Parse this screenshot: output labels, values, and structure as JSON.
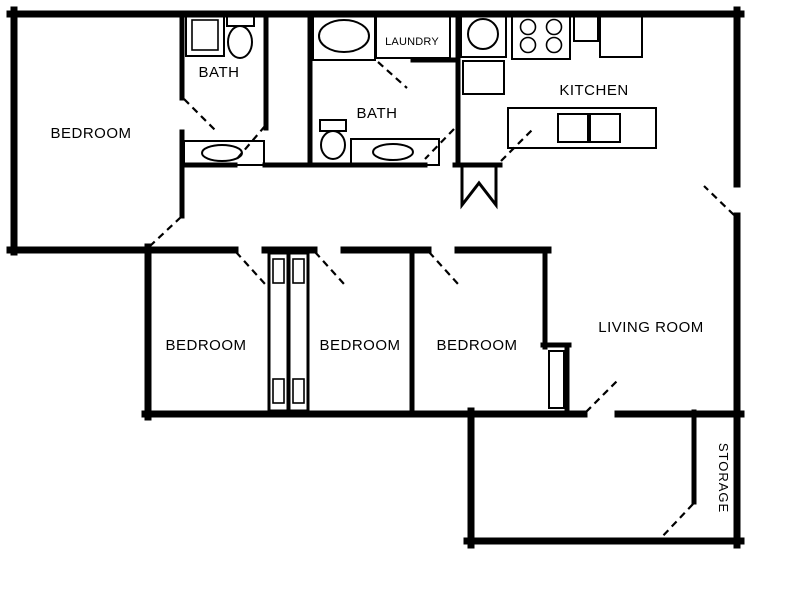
{
  "figure": {
    "kind": "apartment-floor-plan"
  },
  "colors": {
    "wall": "#000000",
    "background": "#ffffff"
  },
  "labels": {
    "master_bedroom": "BEDROOM",
    "bath_1": "BATH",
    "bath_2": "BATH",
    "laundry": "LAUNDRY",
    "kitchen": "KITCHEN",
    "bedroom_2": "BEDROOM",
    "bedroom_3": "BEDROOM",
    "bedroom_4": "BEDROOM",
    "living_room": "LIVING ROOM",
    "storage": "STORAGE"
  }
}
